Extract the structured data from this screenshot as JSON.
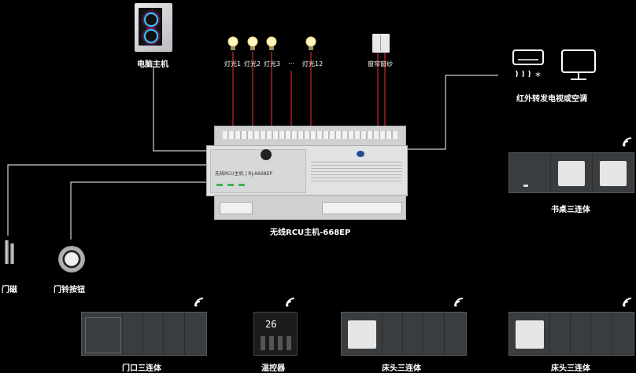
{
  "computer": {
    "label": "电脑主机"
  },
  "lights": [
    {
      "label": "灯光1"
    },
    {
      "label": "灯光2"
    },
    {
      "label": "灯光3"
    },
    {
      "label": "灯光12"
    }
  ],
  "lights_separator": "…",
  "curtain": {
    "label": "窗帘窗纱"
  },
  "ir": {
    "label": "红外转发电视或空调"
  },
  "rcu": {
    "caption": "无线RCU主机-668EP",
    "model_text": "无线RCU主机 | RJ-A668EP"
  },
  "door_sensor": {
    "label": "门磁"
  },
  "doorbell": {
    "label": "门铃按钮"
  },
  "desk_panel": {
    "label": "书桌三连体"
  },
  "door_panel": {
    "label": "门口三连体"
  },
  "thermostat": {
    "label": "温控器",
    "display_value": "26"
  },
  "bed_left": {
    "label": "床头三连体"
  },
  "bed_right": {
    "label": "床头三连体"
  },
  "colors": {
    "wire_red": "#b3202a",
    "wire_white": "#ffffff",
    "panel": "#3a3d40",
    "background": "#000000"
  }
}
